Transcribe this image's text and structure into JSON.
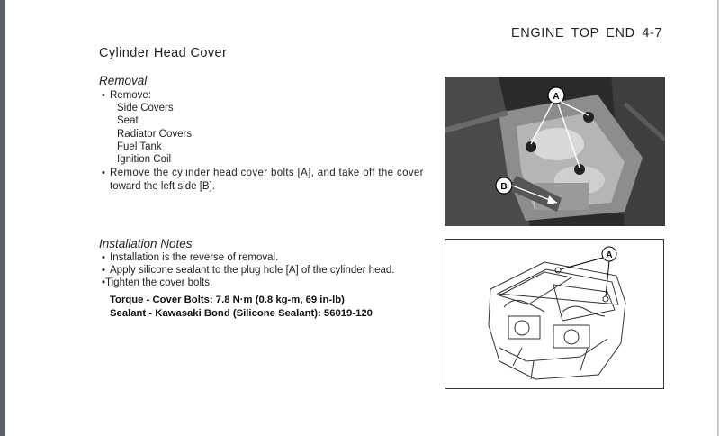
{
  "header": {
    "text": "ENGINE TOP END  4-7"
  },
  "section_title": "Cylinder Head Cover",
  "removal": {
    "heading": "Removal",
    "remove_label": "Remove:",
    "items": [
      "Side Covers",
      "Seat",
      "Radiator Covers",
      "Fuel Tank",
      "Ignition Coil"
    ],
    "bolts_line1": "Remove the cylinder head cover bolts [A], and take off the cover",
    "bolts_line2": "toward the left side [B]."
  },
  "installation": {
    "heading": "Installation Notes",
    "note1": "Installation is the reverse of removal.",
    "note2": "Apply silicone sealant to the plug hole [A] of the cylinder head.",
    "note3": "•Tighten the cover bolts.",
    "torque": "Torque - Cover Bolts: 7.8 N·m (0.8 kg-m, 69 in-lb)",
    "sealant": "Sealant - Kawasaki Bond (Silicone Sealant):  56019-120"
  },
  "figure1": {
    "callout_a": "A",
    "callout_b": "B"
  },
  "figure2": {
    "callout_a": "A"
  }
}
